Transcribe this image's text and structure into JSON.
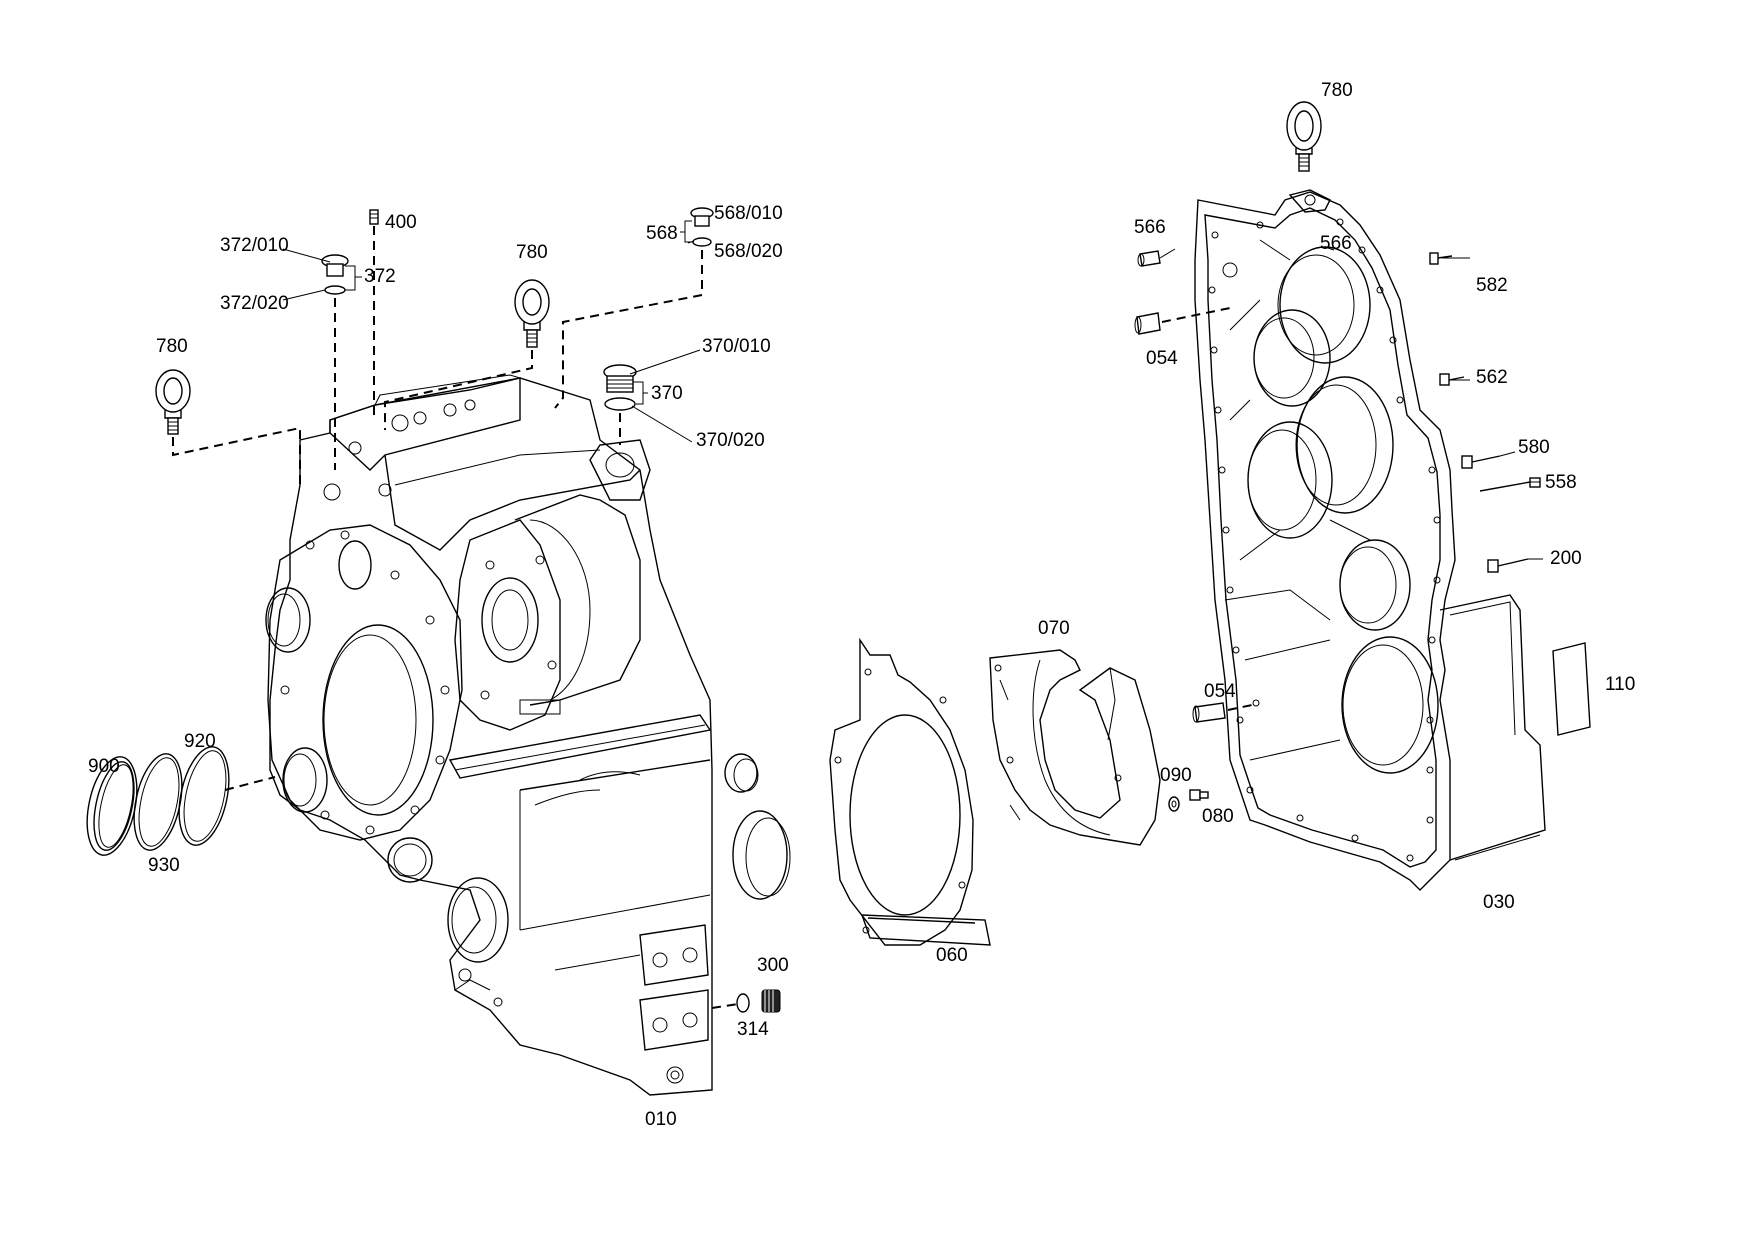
{
  "labels": {
    "p780_top": "780",
    "p780_mid": "780",
    "p780_left": "780",
    "p400": "400",
    "p372_010": "372/010",
    "p372": "372",
    "p372_020": "372/020",
    "p568": "568",
    "p568_010": "568/010",
    "p568_020": "568/020",
    "p370_010": "370/010",
    "p370": "370",
    "p370_020": "370/020",
    "p900": "900",
    "p920": "920",
    "p930": "930",
    "p010": "010",
    "p300": "300",
    "p314": "314",
    "p060": "060",
    "p070": "070",
    "p090": "090",
    "p080": "080",
    "p054_top": "054",
    "p054_bot": "054",
    "p566_a": "566",
    "p566_b": "566",
    "p582": "582",
    "p562": "562",
    "p580": "580",
    "p558": "558",
    "p200": "200",
    "p110": "110",
    "p030": "030"
  }
}
